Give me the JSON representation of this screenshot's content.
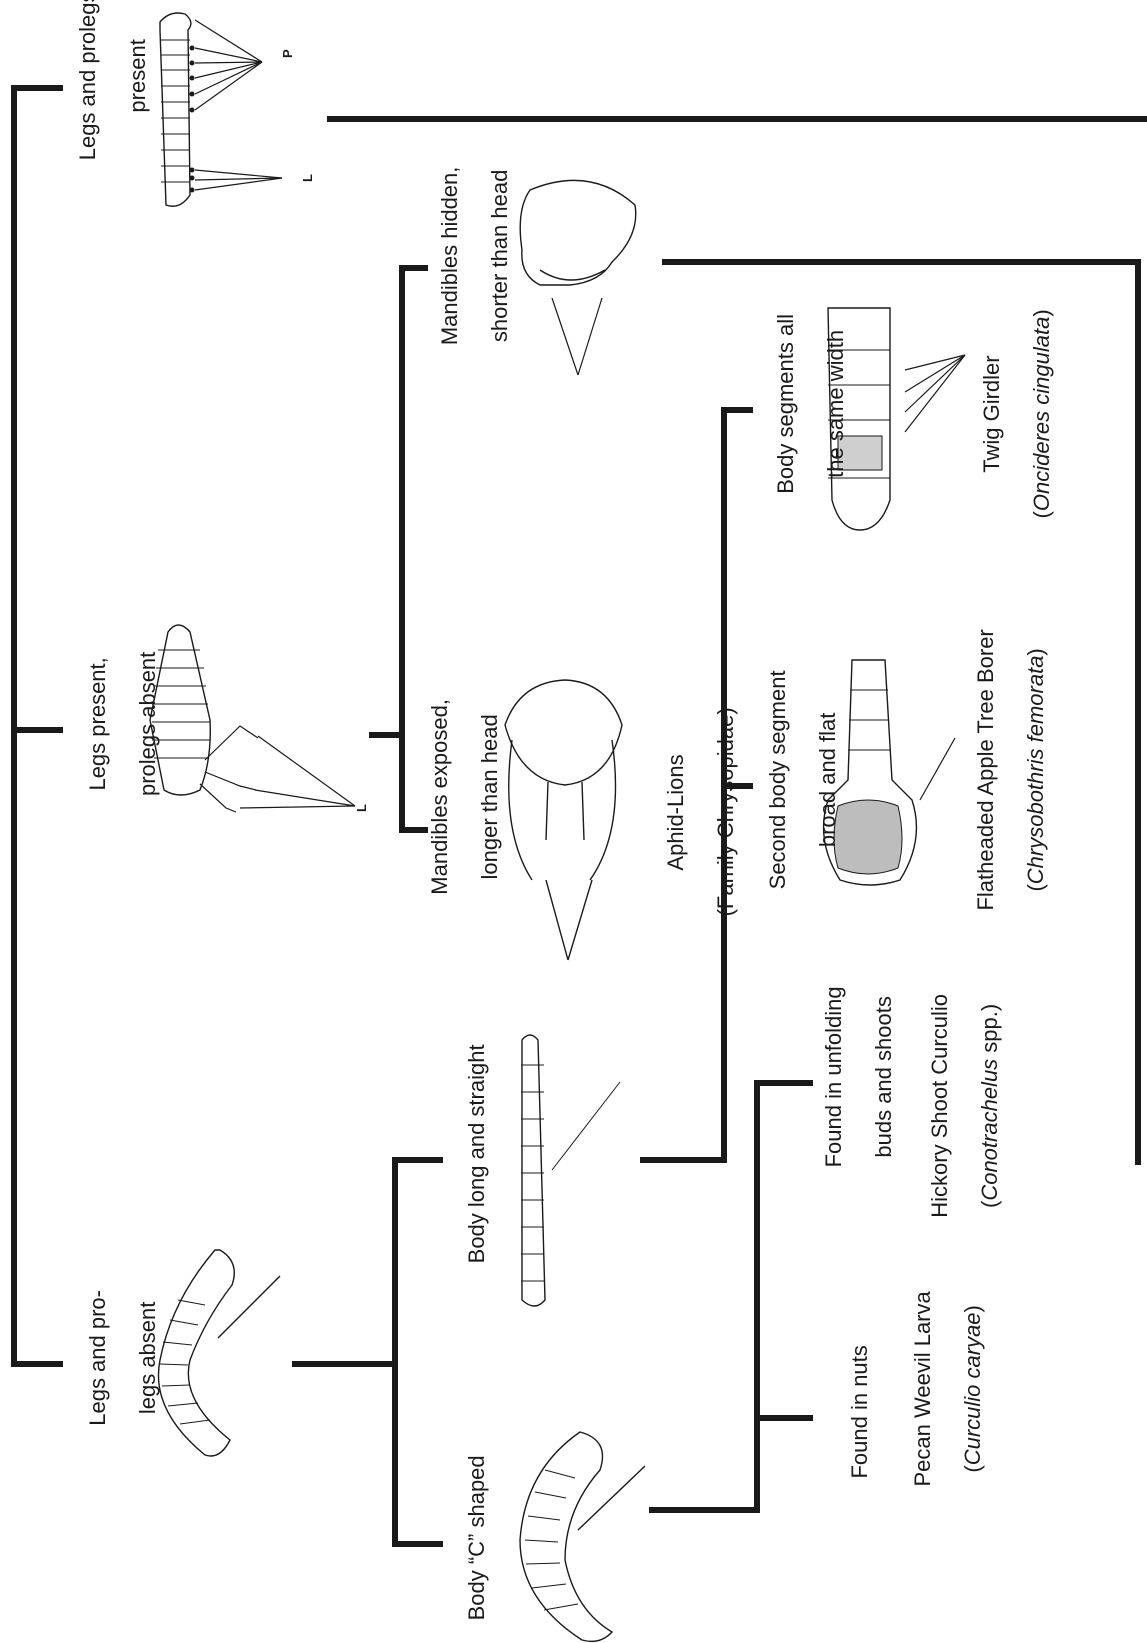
{
  "diagram": {
    "ink": "#1a1a1a",
    "key_lines": [
      {
        "id": "legs_prolegs_present",
        "text": [
          "Legs and prolegs",
          "present"
        ]
      },
      {
        "id": "legs_present_prolegs_absent",
        "text": [
          "Legs present,",
          "prolegs absent"
        ]
      },
      {
        "id": "legs_prolegs_absent",
        "text": [
          "Legs and pro-",
          "legs absent"
        ]
      },
      {
        "id": "mandibles_hidden",
        "text": [
          "Mandibles hidden,",
          "shorter than head"
        ]
      },
      {
        "id": "mandibles_exposed",
        "text": [
          "Mandibles exposed,",
          "longer than head"
        ]
      },
      {
        "id": "body_long_straight",
        "text": [
          "Body long and straight"
        ]
      },
      {
        "id": "body_c_shaped",
        "text": [
          "Body “C” shaped"
        ]
      },
      {
        "id": "segments_same_width",
        "text": [
          "Body segments all",
          "the same width"
        ]
      },
      {
        "id": "second_segment_broad",
        "text": [
          "Second body segment",
          "broad and flat"
        ]
      },
      {
        "id": "unfolding_buds",
        "text": [
          "Found in unfolding",
          "buds and shoots"
        ]
      },
      {
        "id": "found_in_nuts",
        "text": [
          "Found in nuts"
        ]
      }
    ],
    "taxa": [
      {
        "id": "aphid_lions",
        "common": "Aphid-Lions",
        "scientific": "(Family Chrysopidae)",
        "italic": false
      },
      {
        "id": "twig_girdler",
        "common": "Twig Girdler",
        "scientific": "Oncideres cingulata",
        "italic": true
      },
      {
        "id": "flatheaded_borer",
        "common": "Flatheaded Apple Tree Borer",
        "scientific": "Chrysobothris femorata",
        "italic": true
      },
      {
        "id": "hickory_curculio",
        "common": "Hickory Shoot Curculio",
        "scientific": "Conotrachelus",
        "suffix": " spp.",
        "italic": true
      },
      {
        "id": "pecan_weevil",
        "common": "Pecan Weevil Larva",
        "scientific": "Curculio caryae",
        "italic": true
      }
    ],
    "figure_labels": {
      "prolegs": "P",
      "legs": "L"
    },
    "icons": [
      "caterpillar-illustration",
      "lacewing-larva-illustration",
      "grub-larva-illustration",
      "hidden-mandible-head-illustration",
      "exposed-mandible-head-illustration",
      "straight-larva-illustration",
      "twig-girdler-larva-illustration",
      "flatheaded-borer-larva-illustration",
      "c-shaped-weevil-larva-illustration"
    ]
  }
}
